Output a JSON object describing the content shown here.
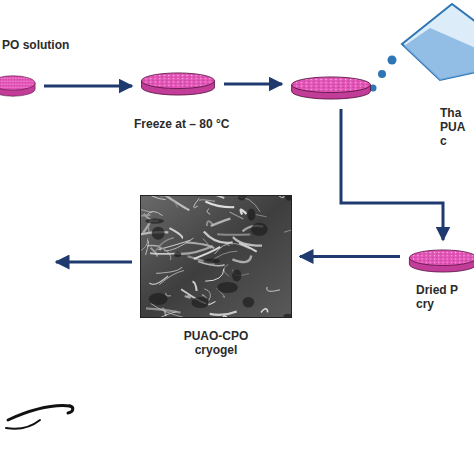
{
  "diagram": {
    "nodes": [
      {
        "text": [
          "PO solution"
        ]
      },
      {
        "text": [
          "Freeze at – 80 °C"
        ]
      },
      {
        "text": [
          "Tha PUA c"
        ]
      },
      {
        "text": [
          "Dried P cry"
        ]
      },
      {
        "text": [
          "PUAO-CPO cryogel"
        ]
      }
    ],
    "edges": [
      {
        "from": 0,
        "to": 1,
        "arrow": "to"
      },
      {
        "from": 1,
        "to": 2,
        "arrow": "to"
      },
      {
        "from": 2,
        "to": 3,
        "arrow": "to"
      },
      {
        "from": 3,
        "to": 4,
        "arrow": "to"
      }
    ]
  }
}
